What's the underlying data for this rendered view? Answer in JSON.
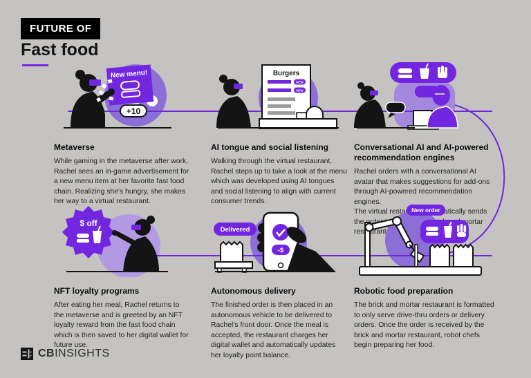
{
  "header": {
    "eyebrow": "FUTURE OF",
    "title": "Fast food"
  },
  "steps": [
    {
      "title": "Metaverse",
      "body": "While gaming in the metaverse after work, Rachel sees an in-game advertisement for a new menu item at her favorite fast food chain. Realizing she's hungry, she makes her way to a virtual restaurant.",
      "labels": {
        "sign": "New menu!",
        "points": "+10"
      }
    },
    {
      "title": "AI tongue and social listening",
      "body": "Walking through the virtual restaurant, Rachel steps up to take a look at the menu which was developed using AI tongues and social listening to align with current consumer trends.",
      "labels": {
        "menu_title": "Burgers",
        "badge1": "NEW",
        "badge2": "NEW"
      }
    },
    {
      "title": "Conversational AI and AI-powered recommendation engines",
      "body": "Rachel orders with a conversational AI avatar that makes suggestions for add-ons through AI-powered recommendation engines.\nThe virtual restaurant automatically sends the order to her nearest brick and mortar restaurant."
    },
    {
      "title": "NFT loyalty programs",
      "body": "After eating her meal, Rachel returns to the metaverse and is greeted by an NFT loyalty reward from the fast food chain which is then saved to her digital wallet for future use.",
      "labels": {
        "badge": "$ off"
      }
    },
    {
      "title": "Autonomous delivery",
      "body": "The finished order is then placed in an autonomous vehicle to be delivered to Rachel's front door. Once the meal is accepted, the restaurant charges her digital wallet and automatically updates her loyalty point balance.",
      "labels": {
        "status": "Delivered",
        "charge": "-$"
      }
    },
    {
      "title": "Robotic food preparation",
      "body": "The brick and mortar restaurant is formatted to only serve drive-thru orders or delivery orders. Once the order is received by the brick and mortar restaurant, robot chefs begin preparing her food.",
      "labels": {
        "order": "New order"
      }
    }
  ],
  "footer": {
    "logo_bold": "CB",
    "logo_rest": "INSIGHTS"
  },
  "colors": {
    "background": "#c4c3c1",
    "accent_purple": "#7226e0",
    "connector_purple": "#6d28d9",
    "mid_purple": "#8b6ed6",
    "light_purple": "#b39be4",
    "ink": "#141414"
  }
}
